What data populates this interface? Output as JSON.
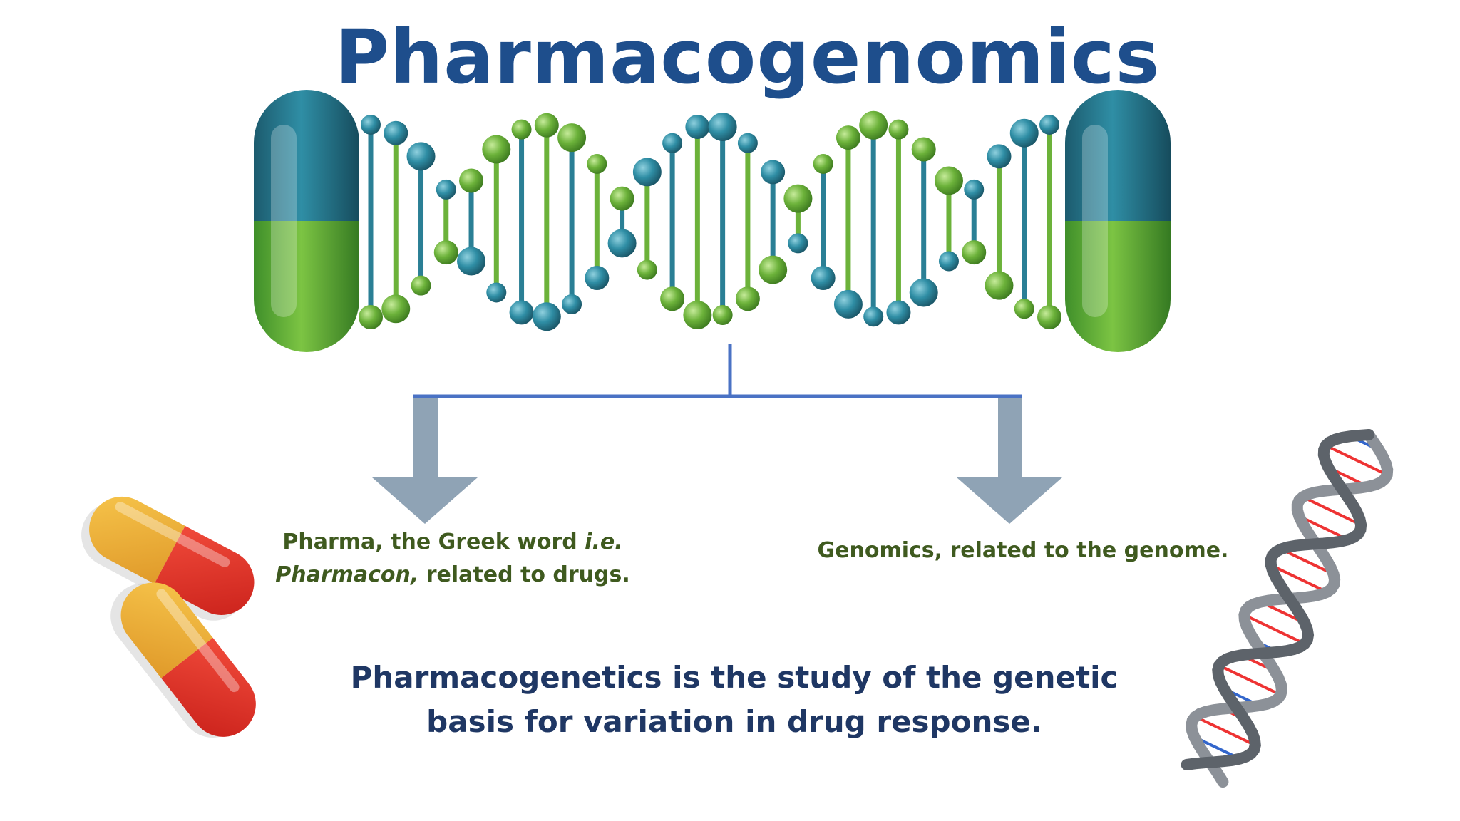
{
  "title": "Pharmacogenomics",
  "branches": {
    "left": {
      "line1_a": "Pharma,  the Greek word ",
      "line1_b": "i.e.",
      "line2_a": "Pharmacon,",
      "line2_b": " related to drugs."
    },
    "right": {
      "text": "Genomics, related to the genome."
    }
  },
  "definition": {
    "line1": "Pharmacogenetics is the study of the genetic",
    "line2": "basis for variation in drug response."
  },
  "colors": {
    "title": "#1e4e8c",
    "teal": "#2a7f95",
    "green": "#6cb23a",
    "connector": "#4a72c4",
    "arrow": "#8fa3b5",
    "branch_text": "#3f5a1f",
    "definition_text": "#1f3764"
  }
}
